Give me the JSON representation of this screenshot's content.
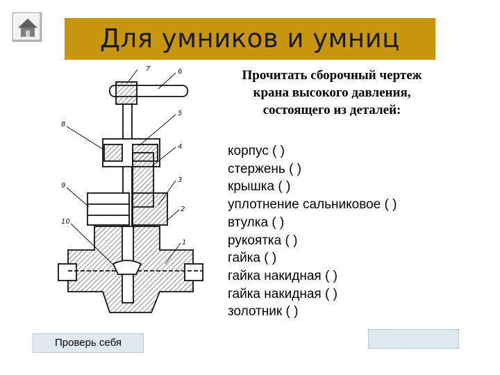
{
  "nav": {
    "home_icon": "home-icon"
  },
  "header": {
    "title": "Для умников и умниц"
  },
  "task": {
    "description": "Прочитать сборочный чертеж крана высокого давления, состоящего из деталей:",
    "parts": [
      "корпус ( )",
      "стержень ( )",
      "крышка ( )",
      "уплотнение сальниковое ( )",
      "втулка ( )",
      "рукоятка ( )",
      "гайка ( )",
      "гайка накидная ( )",
      "гайка накидная ( )",
      "золотник ( )"
    ]
  },
  "drawing": {
    "callouts": [
      "1",
      "2",
      "3",
      "4",
      "5",
      "6",
      "7",
      "8",
      "9",
      "10"
    ]
  },
  "buttons": {
    "check_label": "Проверь себя",
    "blank_label": ""
  },
  "colors": {
    "title_bar": "#c8960c",
    "button_bg": "#dfe9ef",
    "hatch": "#444444"
  }
}
